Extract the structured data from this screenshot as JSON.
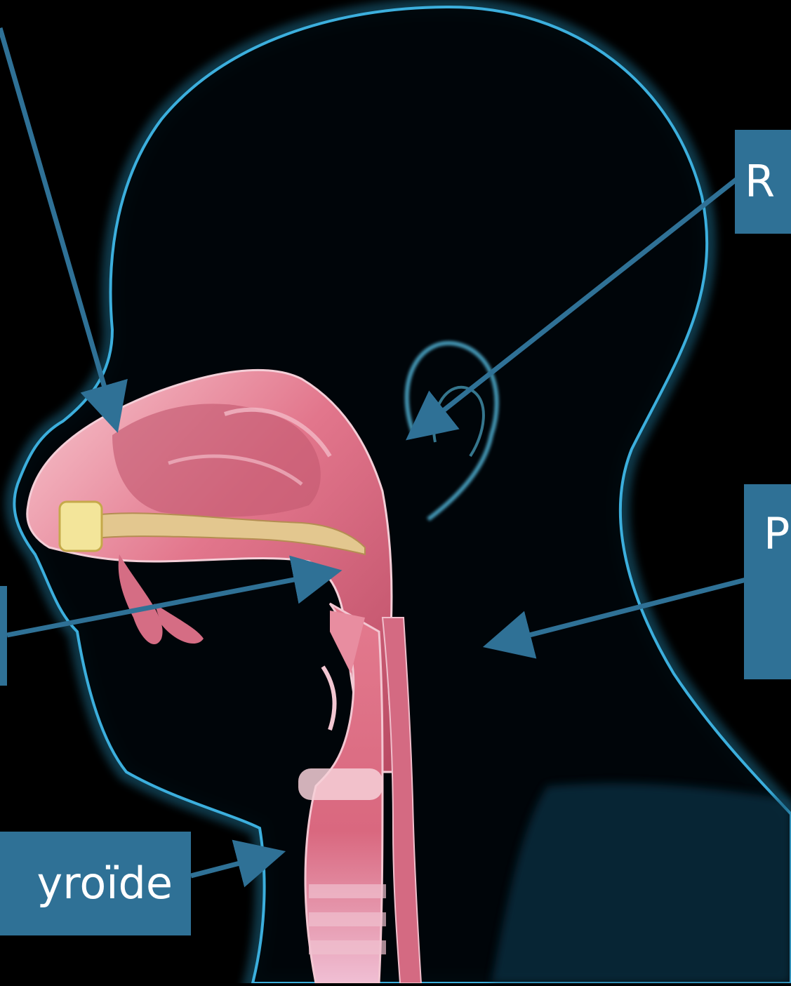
{
  "labels": {
    "right_top": "R",
    "right_mid": "P",
    "left_mid": "",
    "bottom_left": "yroïde"
  },
  "colors": {
    "background": "#000000",
    "label_fill": "#2f7196",
    "arrow": "#2f7196",
    "outline_glow": "#3aa7d4",
    "tissue_pink": "#e06d86",
    "tissue_highlight": "#f6c8d2"
  }
}
